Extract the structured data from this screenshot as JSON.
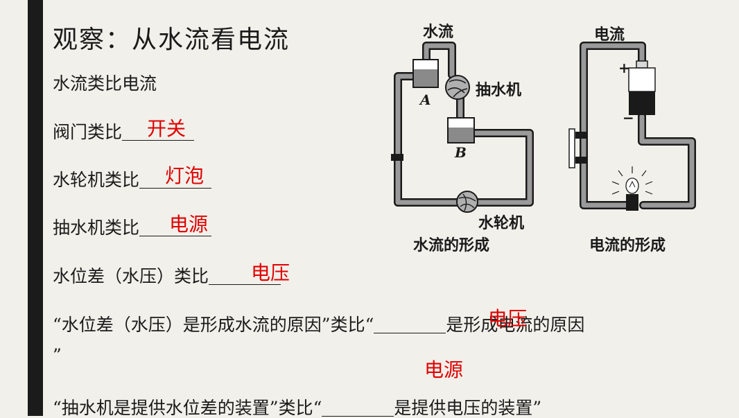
{
  "title": "观察：从水流看电流",
  "intro": "水流类比电流",
  "analogies": [
    {
      "prefix": "阀门类比",
      "answer": "开关"
    },
    {
      "prefix": "水轮机类比",
      "answer": "灯泡"
    },
    {
      "prefix": "抽水机类比",
      "answer": "电源"
    },
    {
      "prefix": "水位差（水压）类比",
      "answer": "电压"
    }
  ],
  "statement1": {
    "before": "“水位差（水压）是形成水流的原因”类比“",
    "answer": "电压",
    "after": "是形成电流的原因",
    "close_quote": "”"
  },
  "statement2": {
    "before": "“抽水机是提供水位差的装置”类比“",
    "answer": "电源",
    "after": "是提供电压的装置”"
  },
  "water_diagram": {
    "label_top": "水流",
    "pump_label": "抽水机",
    "container_a": "A",
    "container_b": "B",
    "turbine_label": "水轮机",
    "caption": "水流的形成"
  },
  "circuit_diagram": {
    "label_top": "电流",
    "plus": "+",
    "minus": "−",
    "caption": "电流的形成"
  }
}
